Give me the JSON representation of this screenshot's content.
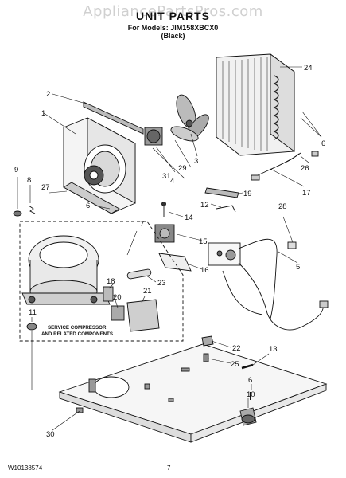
{
  "header": {
    "watermark": "AppliancePartsPros.com",
    "title": "UNIT PARTS",
    "models_line": "For Models: JIM158XBCX0",
    "color_line": "(Black)"
  },
  "callouts": [
    "1",
    "2",
    "3",
    "4",
    "5",
    "6",
    "6",
    "6",
    "7",
    "8",
    "9",
    "10",
    "11",
    "12",
    "13",
    "14",
    "15",
    "16",
    "17",
    "18",
    "19",
    "20",
    "21",
    "22",
    "23",
    "24",
    "25",
    "26",
    "27",
    "28",
    "29",
    "30",
    "31"
  ],
  "service_note": {
    "line1": "SERVICE COMPRESSOR",
    "line2": "AND RELATED COMPONENTS"
  },
  "footer": {
    "doc_number": "W10138574",
    "page_number": "7"
  }
}
